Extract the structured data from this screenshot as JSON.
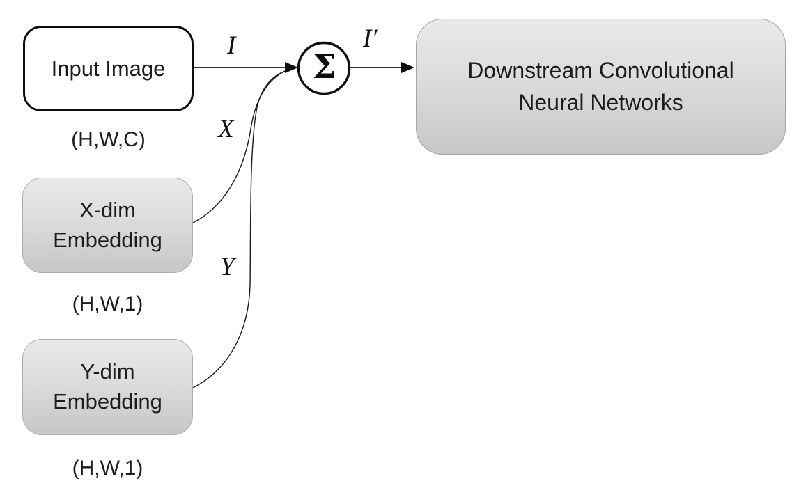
{
  "nodes": {
    "input_image": {
      "label": "Input Image",
      "shape_dim": "(H,W,C)"
    },
    "x_embedding": {
      "line1": "X-dim",
      "line2": "Embedding",
      "shape_dim": "(H,W,1)"
    },
    "y_embedding": {
      "line1": "Y-dim",
      "line2": "Embedding",
      "shape_dim": "(H,W,1)"
    },
    "sum_node": {
      "symbol": "Σ"
    },
    "downstream": {
      "line1": "Downstream Convolutional",
      "line2": "Neural Networks"
    }
  },
  "edge_labels": {
    "input_to_sum": "I",
    "x_to_sum": "X",
    "y_to_sum": "Y",
    "sum_to_downstream": "I′"
  },
  "colors": {
    "background": "#ffffff",
    "gray_box_top": "#e9e9e9",
    "gray_box_bottom": "#c7c7c7",
    "gray_box_border": "#a6a6a6",
    "input_box_border": "#0d0d0d",
    "connector": "#1a1a1a",
    "text": "#1c1c1c"
  }
}
